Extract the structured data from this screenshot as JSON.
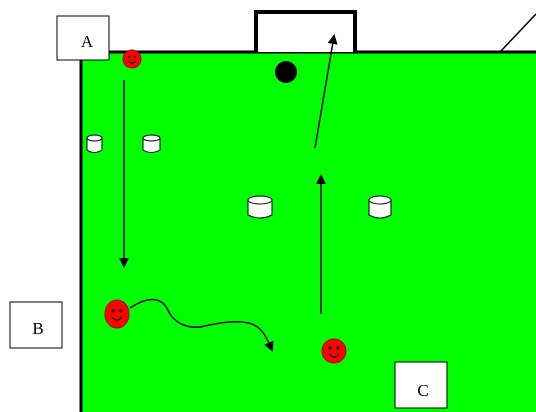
{
  "diagram": {
    "labels": {
      "a": "A",
      "b": "B",
      "c": "C"
    },
    "colors": {
      "field": "#00ff00",
      "line": "#000000",
      "player": "#ff0000",
      "player_stroke": "#b00000",
      "face": "#000000",
      "cone": "#ffffff",
      "ball": "#000000",
      "label_box": "#ffffff"
    },
    "icons": {
      "player": "smiley-player-icon",
      "cone": "cone-icon",
      "ball": "ball-icon",
      "goal": "goal-icon"
    }
  }
}
